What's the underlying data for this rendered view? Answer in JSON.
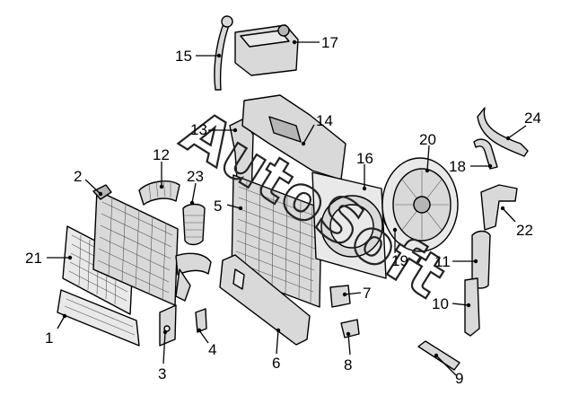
{
  "diagram": {
    "callouts": [
      {
        "id": "1",
        "label": "1"
      },
      {
        "id": "2",
        "label": "2"
      },
      {
        "id": "3",
        "label": "3"
      },
      {
        "id": "4",
        "label": "4"
      },
      {
        "id": "5",
        "label": "5"
      },
      {
        "id": "6",
        "label": "6"
      },
      {
        "id": "7",
        "label": "7"
      },
      {
        "id": "8",
        "label": "8"
      },
      {
        "id": "9",
        "label": "9"
      },
      {
        "id": "10",
        "label": "10"
      },
      {
        "id": "11",
        "label": "11"
      },
      {
        "id": "12",
        "label": "12"
      },
      {
        "id": "13",
        "label": "13"
      },
      {
        "id": "14",
        "label": "14"
      },
      {
        "id": "15",
        "label": "15"
      },
      {
        "id": "16",
        "label": "16"
      },
      {
        "id": "17",
        "label": "17"
      },
      {
        "id": "18",
        "label": "18"
      },
      {
        "id": "19",
        "label": "19"
      },
      {
        "id": "20",
        "label": "20"
      },
      {
        "id": "21",
        "label": "21"
      },
      {
        "id": "22",
        "label": "22"
      },
      {
        "id": "23",
        "label": "23"
      },
      {
        "id": "24",
        "label": "24"
      }
    ],
    "watermark": "AutoSoft"
  }
}
